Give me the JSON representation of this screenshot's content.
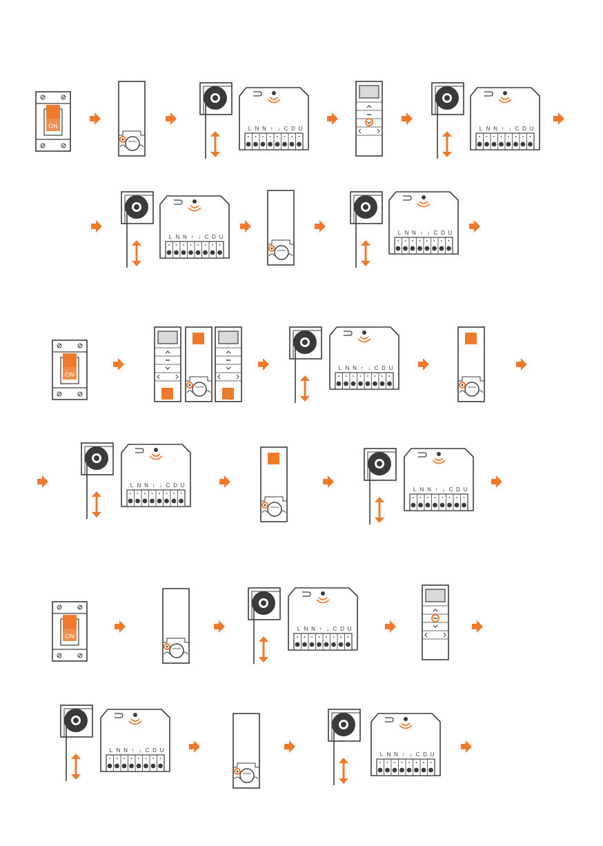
{
  "colors": {
    "stroke": "#3a3a3a",
    "accent": "#ef7a2b",
    "background": "#ffffff",
    "receiver_window": "#d9d9d9"
  },
  "labels": {
    "breaker_on": "ON",
    "terminal_letters": [
      "L",
      "N",
      "N",
      "↑",
      "↓",
      "C",
      "D",
      "U"
    ]
  },
  "sequences": [
    {
      "name": "sequence-1",
      "rows": [
        {
          "steps": [
            "breaker",
            "remote-button",
            "motor",
            "receiver",
            "remote-pointer",
            "motor",
            "receiver"
          ]
        },
        {
          "steps": [
            "motor",
            "receiver",
            "remote-button",
            "motor",
            "receiver"
          ]
        }
      ]
    },
    {
      "name": "sequence-2",
      "rows": [
        {
          "steps": [
            "breaker",
            "remote-group-1",
            "remote-marked",
            "remote-group-2",
            "motor",
            "receiver",
            "remote-marked"
          ]
        },
        {
          "steps": [
            "motor",
            "receiver",
            "remote-marked",
            "motor",
            "receiver"
          ]
        }
      ]
    },
    {
      "name": "sequence-3",
      "rows": [
        {
          "steps": [
            "breaker",
            "remote-button",
            "motor",
            "receiver",
            "remote-stop"
          ]
        },
        {
          "steps": [
            "motor",
            "receiver",
            "remote-button",
            "motor",
            "receiver"
          ]
        }
      ]
    }
  ],
  "icons": [
    "breaker-icon",
    "remote-transmitter-icon",
    "multi-channel-remote-icon",
    "motor-icon",
    "receiver-module-icon",
    "arrow-right-icon",
    "up-down-arrow-icon"
  ]
}
